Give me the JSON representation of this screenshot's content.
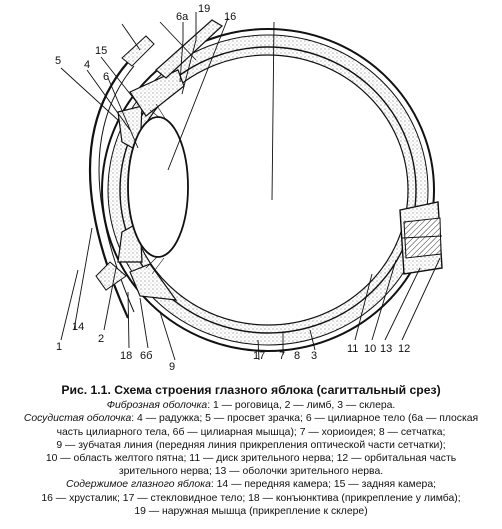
{
  "labels": [
    "1",
    "2",
    "3",
    "4",
    "5",
    "6",
    "6а",
    "6б",
    "7",
    "8",
    "9",
    "10",
    "11",
    "12",
    "13",
    "14",
    "15",
    "16",
    "17",
    "18",
    "19"
  ],
  "caption": {
    "title": "Рис. 1.1. Схема строения глазного яблока (сагиттальный срез)",
    "line1_head": "Фиброзная оболочка",
    "line1_body": ": 1 — роговица, 2 — лимб, 3 — склера.",
    "line2_head": "Сосудистая оболочка",
    "line2_body": ": 4 — радужка; 5 — просвет зрачка; 6 — цилиарное тело (6а — плоская",
    "line3": "часть цилиарного тела, 6б — цилиарная мышца); 7 — хориоидея; 8 — сетчатка;",
    "line4": "9 — зубчатая линия (передняя линия прикрепления оптической части сетчатки);",
    "line5": "10 — область желтого пятна; 11 — диск зрительного нерва; 12 — орбитальная часть",
    "line6": "зрительного нерва; 13 — оболочки зрительного нерва.",
    "line7_head": "Содержимое глазного яблока",
    "line7_body": ": 14 — передняя камера; 15 — задняя камера;",
    "line8": "16 — хрусталик; 17 — стекловидное тело; 18 — конъюнктива (прикрепление у лимба);",
    "line9": "19 — наружная мышца (прикрепление к склере)"
  }
}
